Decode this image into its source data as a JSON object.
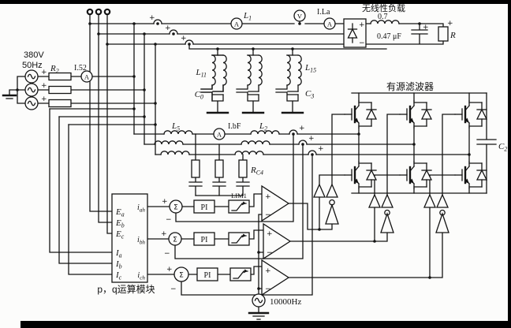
{
  "diagram": {
    "source": {
      "voltage": "380V",
      "freq": "50Hz",
      "resistor": "R_2",
      "current": "I.52",
      "plus": "+"
    },
    "meters": {
      "ammeter": "A",
      "voltmeter": "V"
    },
    "mains": {
      "l1": "L_1",
      "load_current": "I.La"
    },
    "load": {
      "name": "无线性负载",
      "inductor": "0.7",
      "capacitor": "0.47 μF",
      "resistor": "R",
      "plus": "+",
      "minus": "−"
    },
    "passive_filter": {
      "l11": "L_11",
      "l15": "L_15",
      "c0": "C_0",
      "c3": "C_3"
    },
    "comp_line": {
      "l5": "L_5",
      "ibf": "I.bF",
      "l2": "L_2",
      "rc4": "R_C4"
    },
    "apf": {
      "name": "有源滤波器",
      "c2": "C_2"
    },
    "module": {
      "caption": "p，q运算模块",
      "in_ea": "E_a",
      "in_eb": "E_b",
      "in_ec": "E_c",
      "in_ia": "I_a",
      "in_ib": "I_b",
      "in_ic": "I_c",
      "out_iah": "i_ah",
      "out_ibh": "i_bh",
      "out_ich": "i_ch"
    },
    "control": {
      "sigma": "Σ",
      "pi": "PI",
      "lim": "LIM1",
      "osc": "10000Hz",
      "plus": "+",
      "minus": "−"
    }
  }
}
